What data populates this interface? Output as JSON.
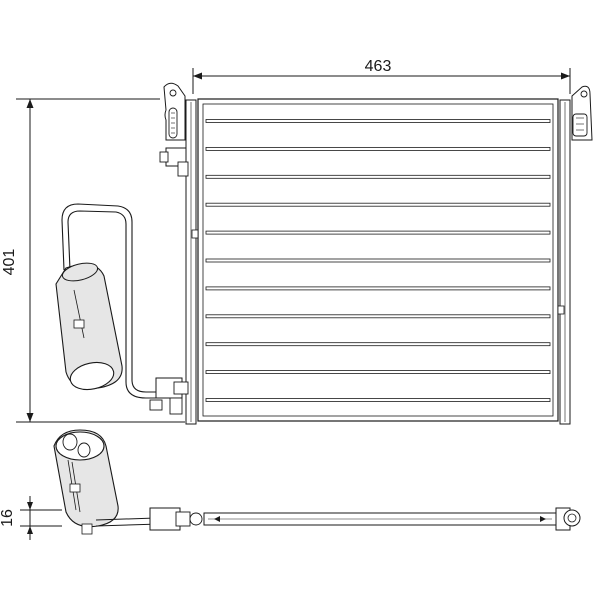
{
  "dimensions": {
    "width_label": "463",
    "height_label": "401",
    "depth_label": "16"
  },
  "fin_rows": 11,
  "colors": {
    "line": "#1a1a1a",
    "shade": "#e6e6e6",
    "background": "#ffffff"
  }
}
